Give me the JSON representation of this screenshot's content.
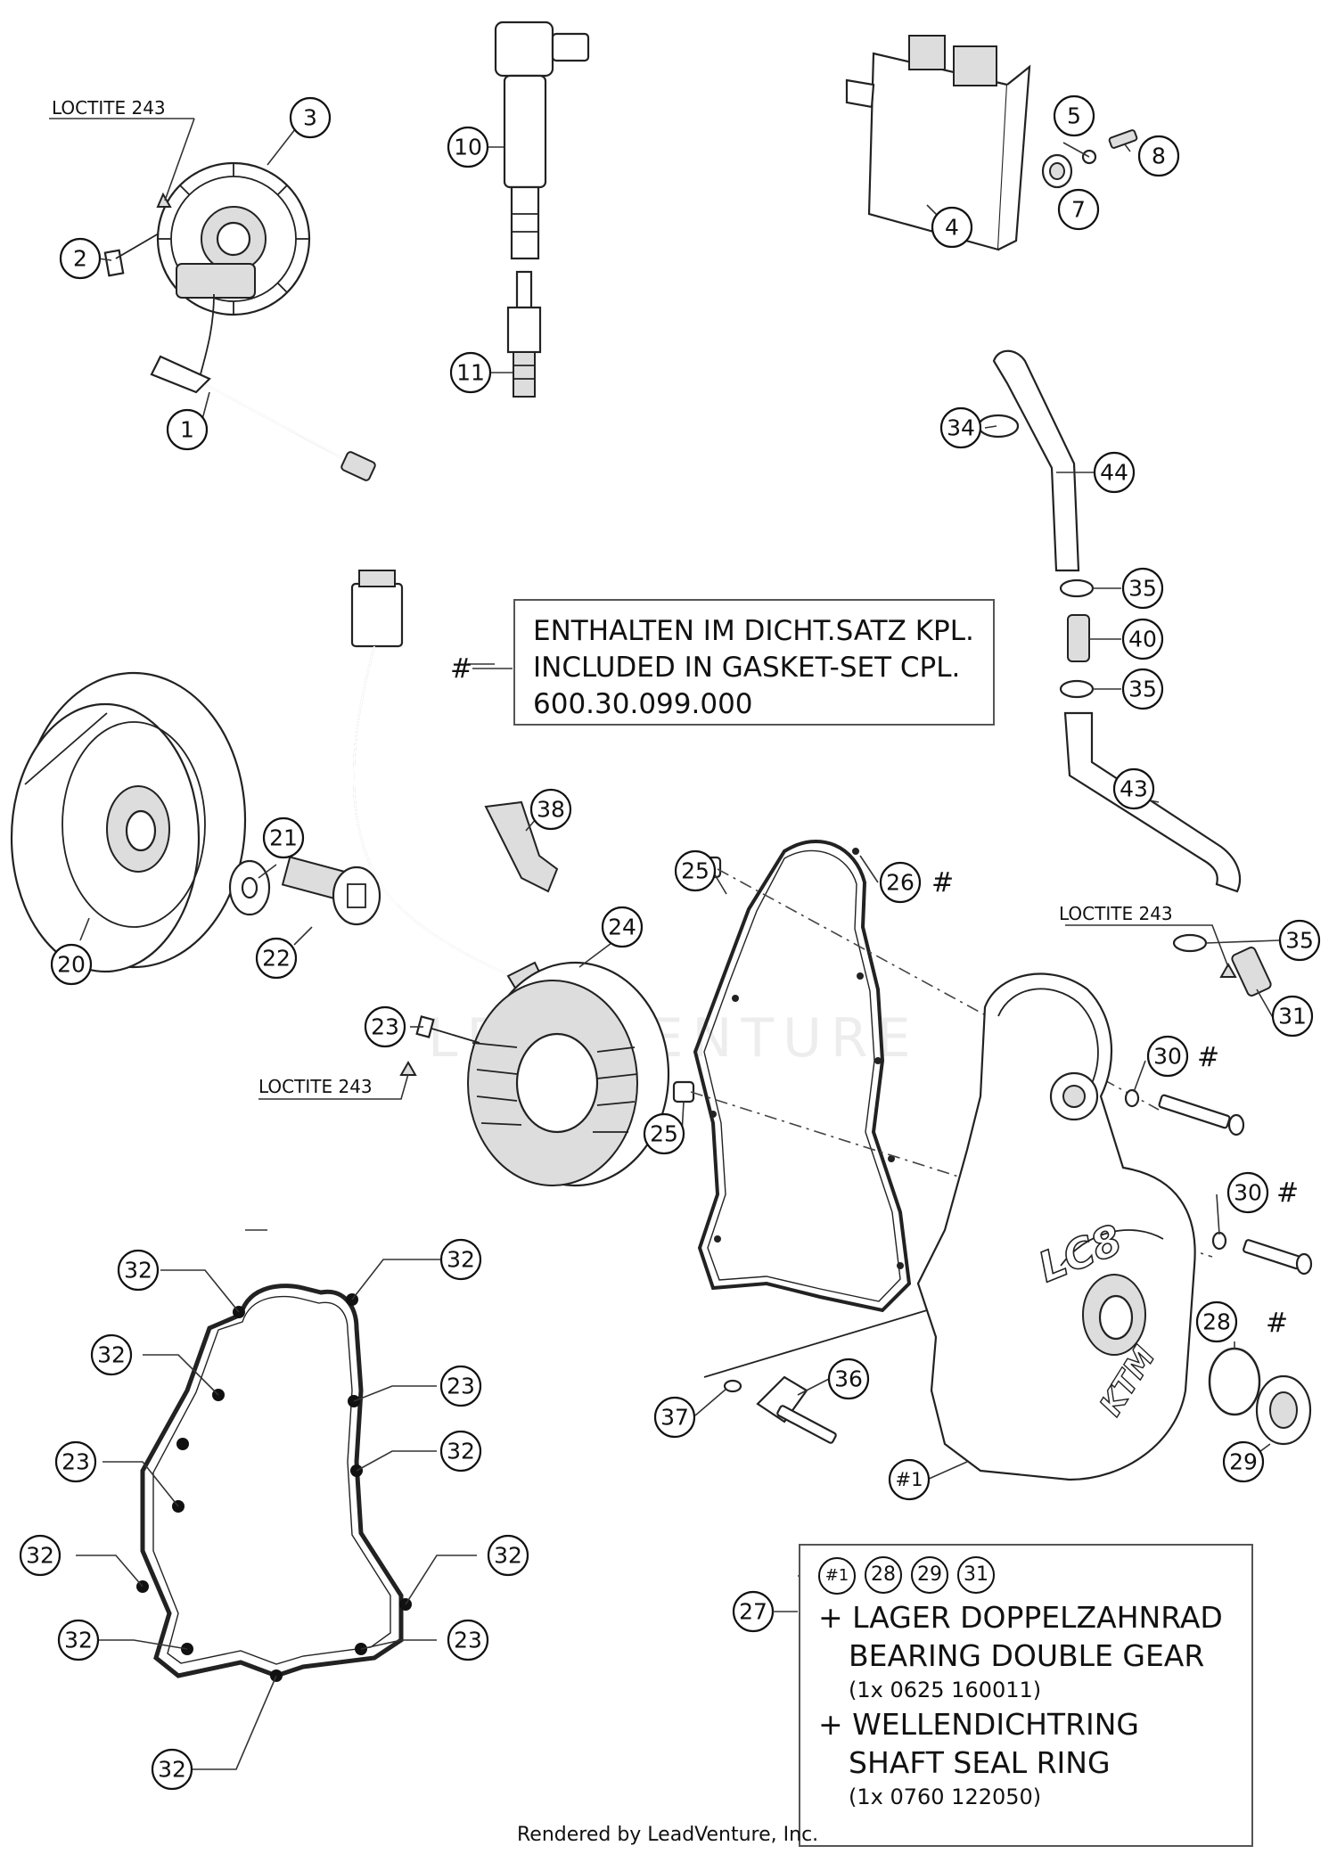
{
  "callouts": [
    "1",
    "2",
    "3",
    "4",
    "5",
    "7",
    "8",
    "10",
    "11",
    "20",
    "21",
    "22",
    "23",
    "24",
    "25",
    "26",
    "27",
    "28",
    "29",
    "30",
    "31",
    "32",
    "34",
    "35",
    "36",
    "37",
    "38",
    "40",
    "43",
    "44",
    "#1"
  ],
  "loctite_label": "LOCTITE 243",
  "hash_symbol": "#",
  "gasket_note": {
    "line1": "ENTHALTEN IM DICHT.SATZ KPL.",
    "line2": "INCLUDED IN GASKET-SET CPL.",
    "line3": "600.30.099.000"
  },
  "kit_box": {
    "parts": [
      "#1",
      "28",
      "29",
      "31"
    ],
    "item1_de": "+ LAGER DOPPELZAHNRAD",
    "item1_en": "BEARING DOUBLE GEAR",
    "item1_ref": "(1x 0625 160011)",
    "item2_de": "+ WELLENDICHTRING",
    "item2_en": "SHAFT SEAL RING",
    "item2_ref": "(1x 0760 122050)"
  },
  "watermark": "LEADVENTURE",
  "footer": "Rendered by LeadVenture, Inc."
}
